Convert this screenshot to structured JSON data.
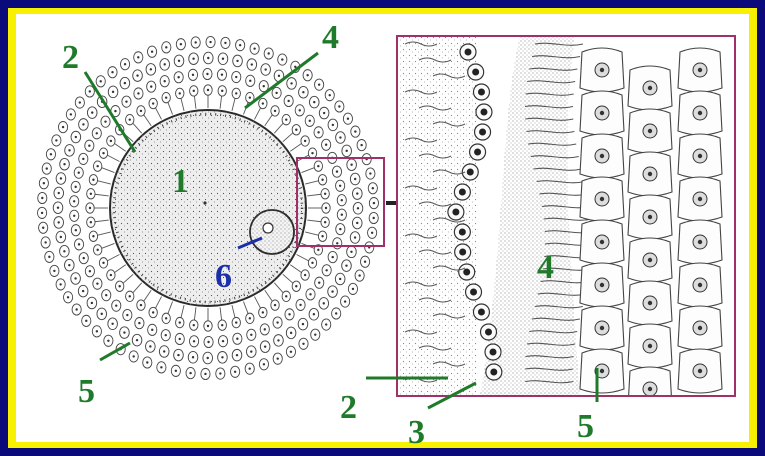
{
  "colors": {
    "background": "#0a0a7a",
    "frame": "#f7f000",
    "panel": "#ffffff",
    "ink": "#2a2a2a",
    "label_green": "#1f7a2a",
    "label_blue": "#1a2fa8",
    "zoom_box": "#a0306a"
  },
  "labels": {
    "one": "1",
    "two_left": "2",
    "four_left": "4",
    "five_left": "5",
    "six": "6",
    "four_right": "4",
    "two_right": "2",
    "three": "3",
    "five_right": "5"
  },
  "icons": {
    "zoom_arrow": "arrow-right-icon"
  }
}
